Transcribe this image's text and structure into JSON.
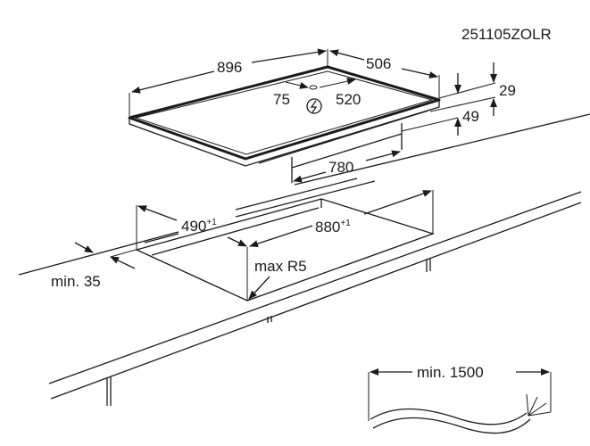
{
  "drawing_code": "251105ZOLR",
  "hob": {
    "width": "896",
    "depth": "506",
    "connection_offset_left": "75",
    "connection_offset_right": "520",
    "height_total": "29",
    "height_body": "49",
    "body_width": "780",
    "power_icon": "electric-connection-icon"
  },
  "cutout": {
    "depth": "490",
    "depth_tolerance": "+1",
    "width": "880",
    "width_tolerance": "+1",
    "corner_radius": "max R5",
    "front_distance": "min. 35"
  },
  "cable": {
    "min_length": "min. 1500"
  }
}
